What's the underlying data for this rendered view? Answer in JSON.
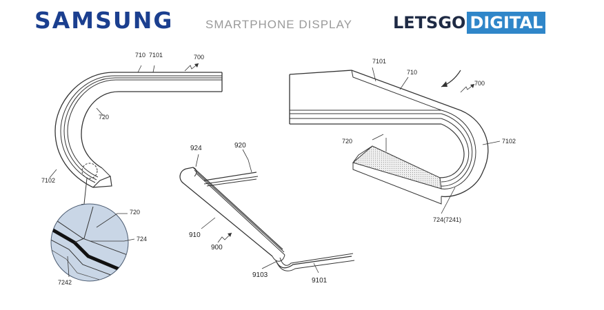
{
  "header": {
    "brand": "SAMSUNG",
    "subtitle": "SMARTPHONE DISPLAY",
    "logo_part1": "LETSGO",
    "logo_part2": "DIGITAL",
    "brand_color": "#1b3f8f",
    "logo_accent": "#2f86c9"
  },
  "figure_left": {
    "labels": {
      "l710": "710",
      "l7101": "7101",
      "l700": "700",
      "l720": "720",
      "l7102": "7102"
    },
    "detail_labels": {
      "l720": "720",
      "l724": "724",
      "l7242": "7242"
    },
    "detail_fill": "#c9d6e6"
  },
  "figure_middle": {
    "labels": {
      "l924": "924",
      "l920": "920",
      "l910": "910",
      "l900": "900",
      "l9103": "9103",
      "l9101": "9101"
    }
  },
  "figure_right": {
    "labels": {
      "l7101": "7101",
      "l710": "710",
      "l700": "700",
      "l720": "720",
      "l7102": "7102",
      "l724": "724(7241)"
    }
  }
}
